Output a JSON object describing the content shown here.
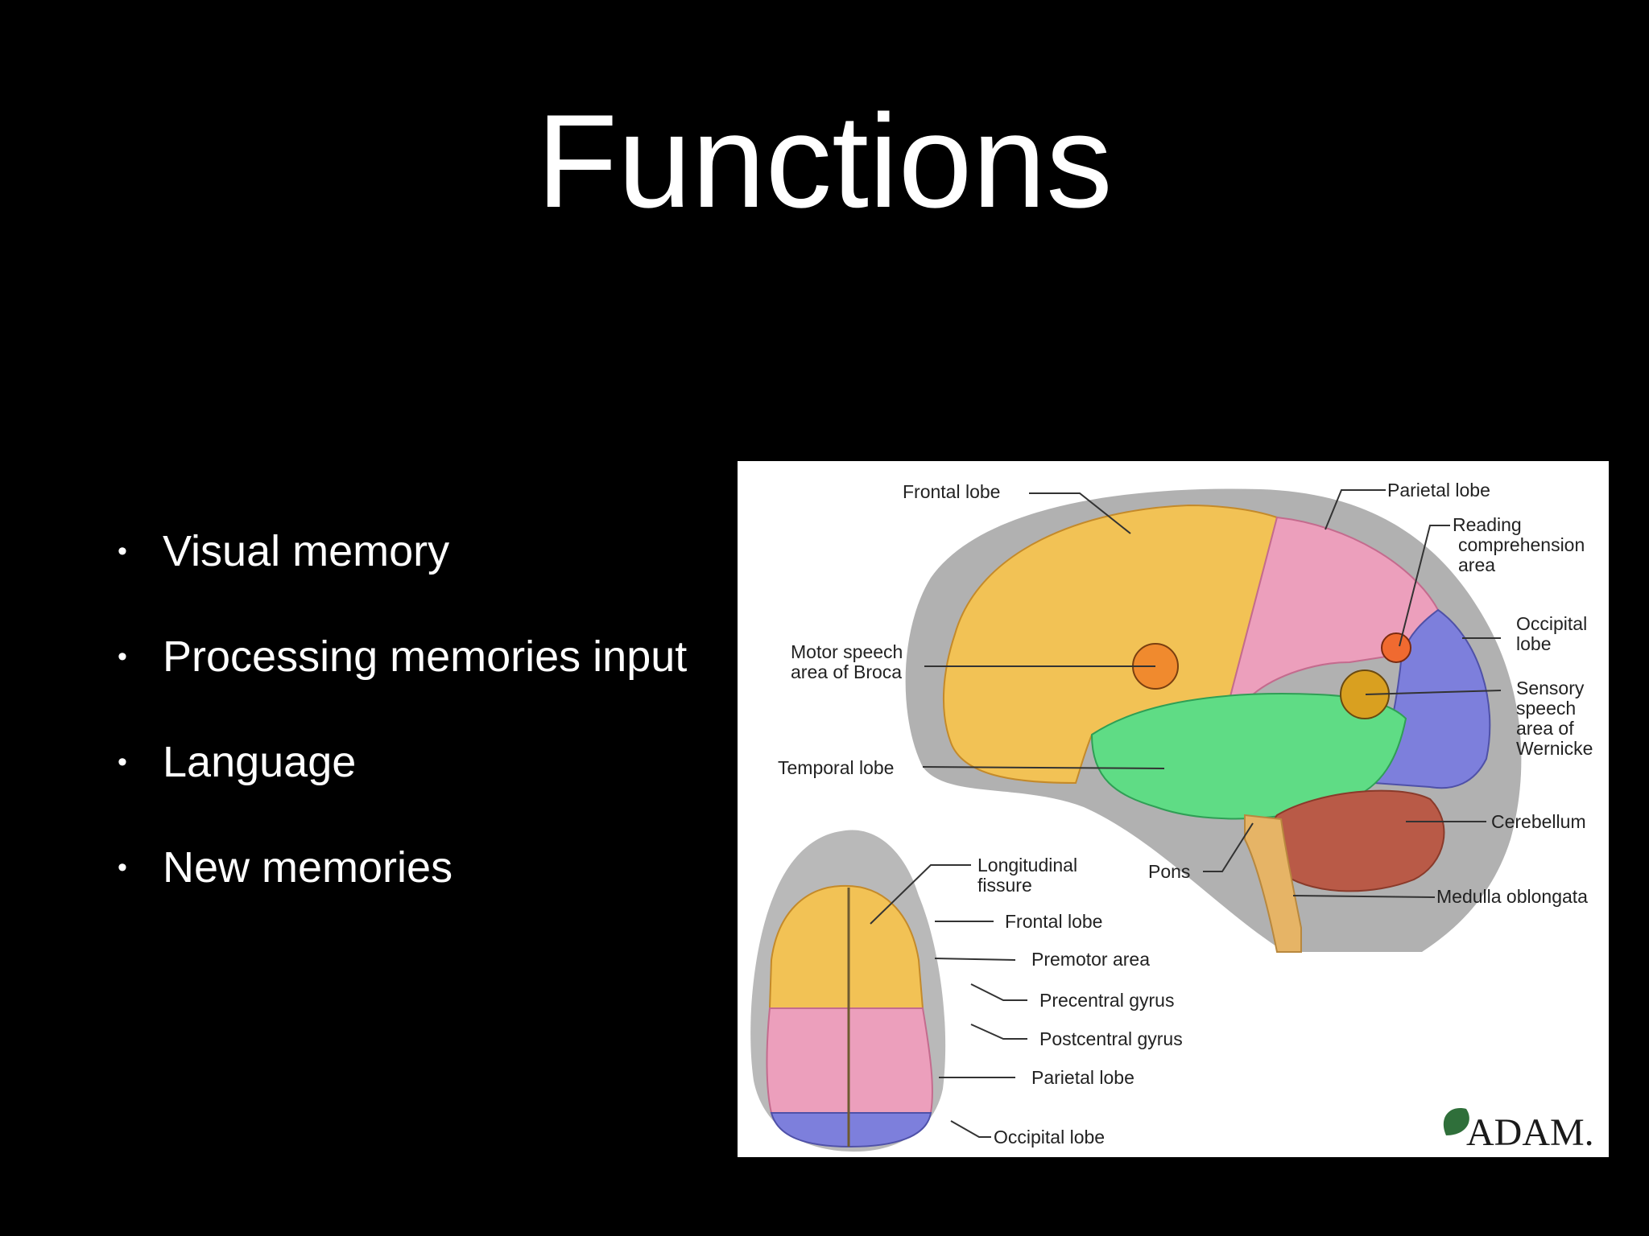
{
  "slide": {
    "title": "Functions",
    "bullets": [
      "Visual memory",
      "Processing memories input",
      "Language",
      "New memories"
    ]
  },
  "figure": {
    "logo": "ADAM.",
    "side_view_labels": {
      "frontal_lobe": "Frontal lobe",
      "parietal_lobe": "Parietal lobe",
      "reading": [
        "Reading",
        "comprehension",
        "area"
      ],
      "occipital": [
        "Occipital",
        "lobe"
      ],
      "broca": [
        "Motor speech",
        "area of Broca"
      ],
      "wernicke": [
        "Sensory",
        "speech",
        "area of",
        "Wernicke"
      ],
      "temporal_lobe": "Temporal lobe",
      "cerebellum": "Cerebellum",
      "pons": "Pons",
      "medulla": "Medulla oblongata"
    },
    "top_view_labels": {
      "longitudinal": [
        "Longitudinal",
        "fissure"
      ],
      "frontal_lobe": "Frontal lobe",
      "premotor": "Premotor area",
      "precentral": "Precentral gyrus",
      "postcentral": "Postcentral gyrus",
      "parietal_lobe": "Parietal lobe",
      "occipital_lobe": "Occipital lobe"
    },
    "colors": {
      "frontal": "#f2c255",
      "parietal": "#ec9fbc",
      "temporal": "#5fdc85",
      "occipital": "#7d7fdc",
      "cerebellum": "#b95a47",
      "brainstem": "#e6b466",
      "head": "#a9a9a9",
      "speech_area": "#f08a2e"
    }
  }
}
